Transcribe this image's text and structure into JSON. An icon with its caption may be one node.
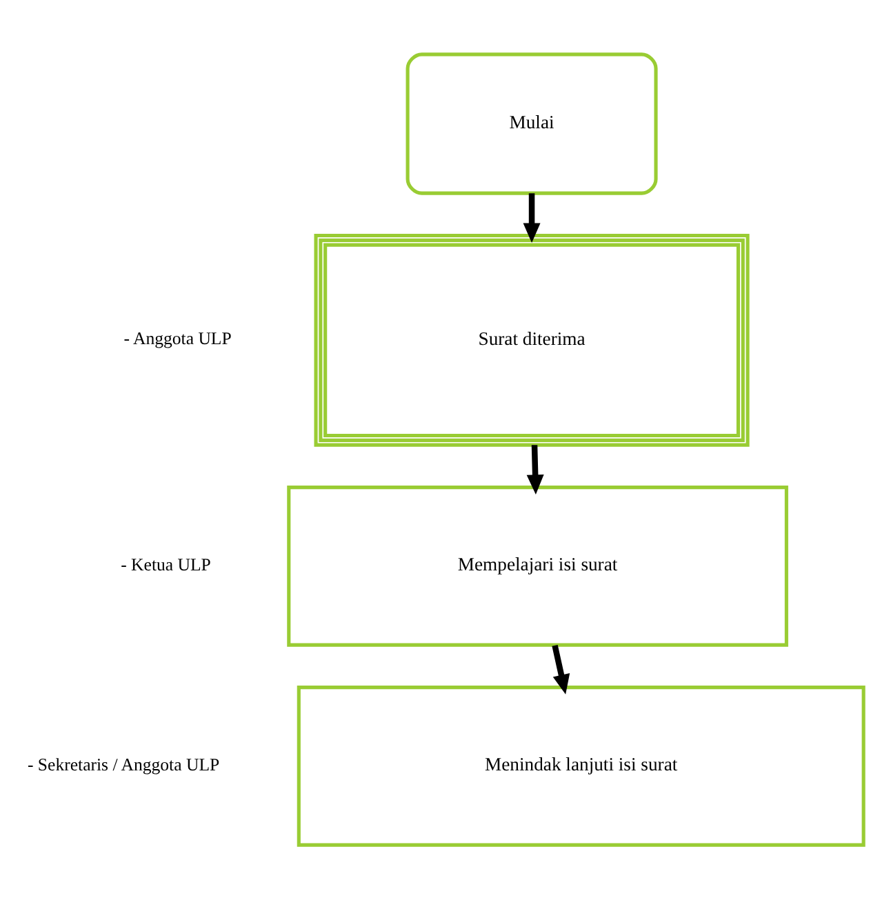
{
  "diagram": {
    "nodes": [
      {
        "text": [
          "Mulai"
        ]
      },
      {
        "text": [
          "Surat diterima"
        ]
      },
      {
        "text": [
          "Mempelajari isi surat"
        ]
      },
      {
        "text": [
          "Menindak lanjuti isi surat"
        ]
      }
    ],
    "edges": [
      {
        "from": 0,
        "to": 1,
        "arrow": "to"
      },
      {
        "from": 1,
        "to": 2,
        "arrow": "to"
      },
      {
        "from": 2,
        "to": 3,
        "arrow": "to"
      }
    ],
    "labels": [
      "- Anggota ULP",
      "- Ketua ULP",
      "- Sekretaris / Anggota ULP"
    ]
  }
}
